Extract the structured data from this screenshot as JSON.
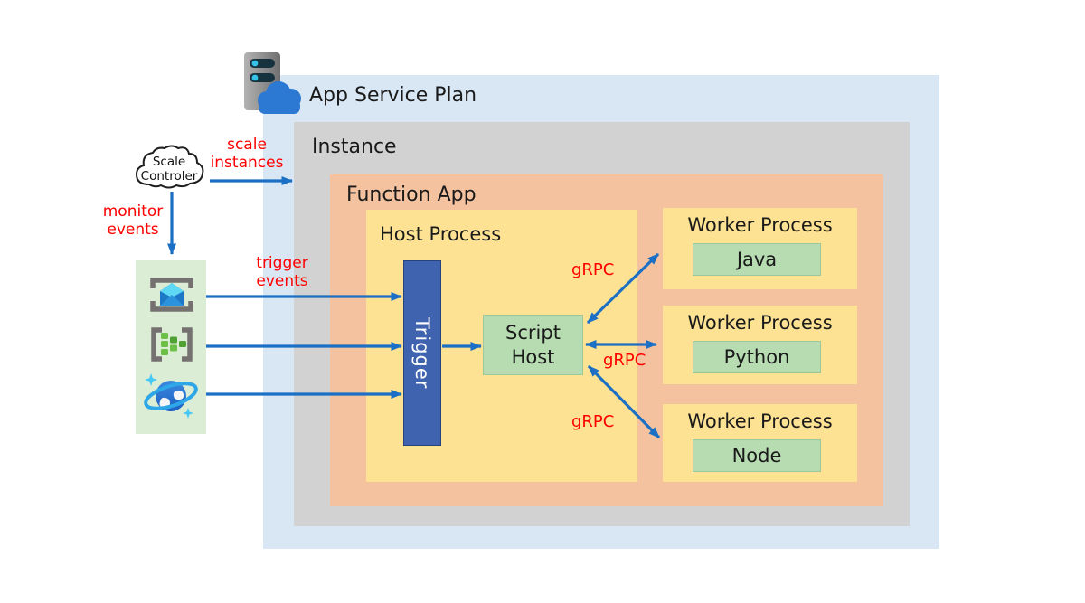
{
  "diagram": {
    "boxes": {
      "app_service_plan": "App Service Plan",
      "instance": "Instance",
      "function_app": "Function App",
      "host_process": "Host Process",
      "trigger": "Trigger",
      "script_host": "Script\nHost"
    },
    "scale_controller": "Scale\nControler",
    "workers": [
      {
        "title": "Worker Process",
        "runtime": "Java"
      },
      {
        "title": "Worker Process",
        "runtime": "Python"
      },
      {
        "title": "Worker Process",
        "runtime": "Node"
      }
    ],
    "edge_labels": {
      "scale_instances": "scale\ninstances",
      "monitor_events": "monitor\nevents",
      "trigger_events": "trigger\nevents",
      "grpc": "gRPC"
    },
    "icons": {
      "header": "server-cloud-icon",
      "event_sources": [
        "blob-storage-icon",
        "queue-storage-icon",
        "cosmos-db-icon"
      ]
    },
    "colors": {
      "app_service_plan_bg": "#d9e7f5",
      "instance_bg": "#d2d2d2",
      "function_app_bg": "#f4c29e",
      "process_bg": "#fde293",
      "runtime_bg": "#b7dcb2",
      "trigger_bg": "#3f63ae",
      "event_panel_bg": "#dcedd5",
      "arrow_blue": "#1b6fc4",
      "label_red": "#ff0000"
    }
  }
}
